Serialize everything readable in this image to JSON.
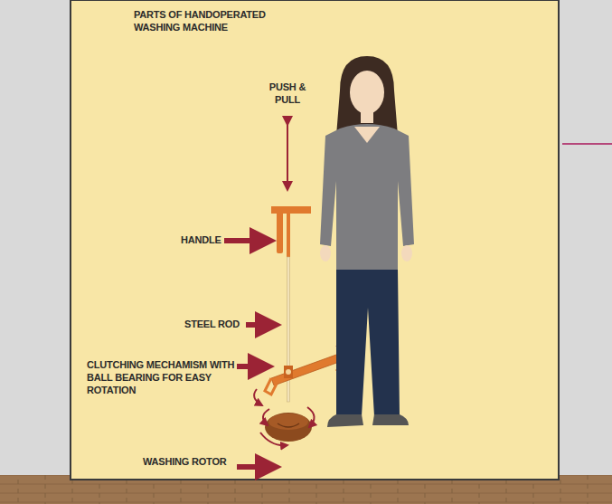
{
  "diagram": {
    "title": "PARTS OF HANDOPERATED WASHING MACHINE",
    "labels": [
      "PUSH & PULL",
      "HANDLE",
      "STEEL ROD",
      "CLUTCHING MECHAMISM WITH BALL BEARING FOR EASY ROTATION",
      "WASHING ROTOR"
    ]
  }
}
